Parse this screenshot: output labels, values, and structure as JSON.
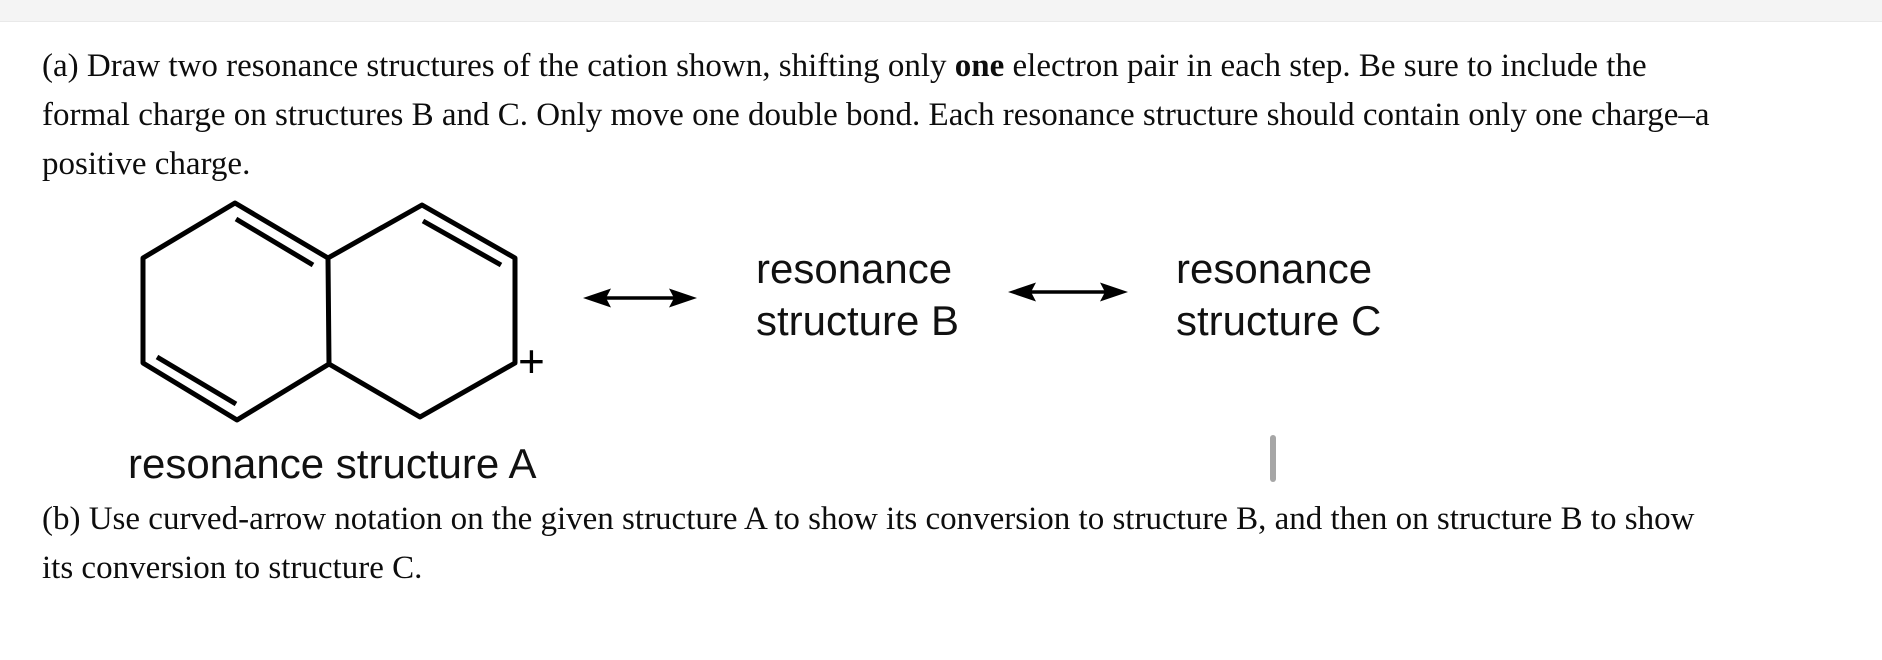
{
  "page": {
    "background_color": "#ffffff",
    "top_strip_color": "#f4f4f4",
    "text_color": "#0d0d0d"
  },
  "part_a": {
    "line1": {
      "pre": "(a) Draw two resonance structures of the cation shown, shifting only ",
      "bold": "one",
      "post": " electron pair in each step. Be sure to include the"
    },
    "line2": "formal charge on structures B and C. Only move one double bond. Each resonance structure should contain only one charge–a",
    "line3": "positive charge."
  },
  "part_b": {
    "line1": "(b) Use curved-arrow notation on the given structure A to show its conversion to structure B, and then on structure B to show",
    "line2": "its conversion to structure C."
  },
  "diagram": {
    "structure_type": "fused bicyclic cation (two fused six-membered rings with three double bonds)",
    "charge_symbol": "+",
    "bond_color": "#000000",
    "label_a": "resonance structure A",
    "label_b_line1": "resonance",
    "label_b_line2": "structure B",
    "label_c_line1": "resonance",
    "label_c_line2": "structure C",
    "arrow_symbol": "double-headed resonance arrow",
    "cursor_color": "#a6a6a6"
  }
}
